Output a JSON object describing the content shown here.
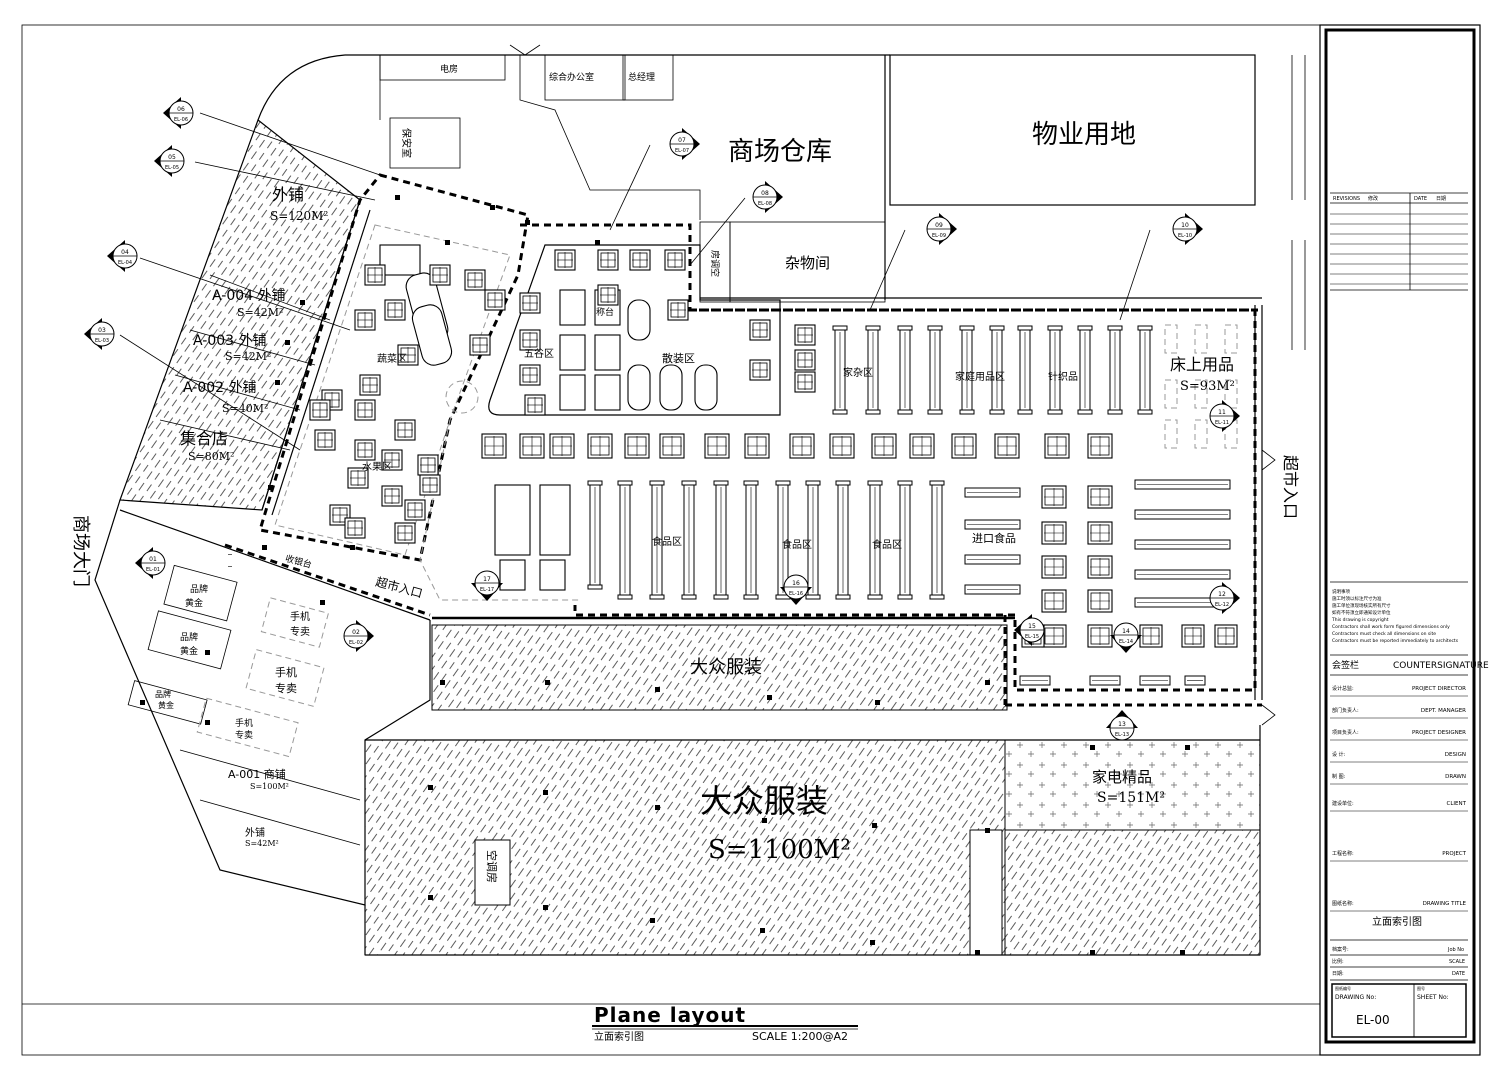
{
  "zones": {
    "warehouse": "商场仓库",
    "property": "物业用地",
    "sundries": "杂物间",
    "aircon_top": "房调空",
    "office": "综合办公室",
    "gm": "总经理",
    "elec": "电房",
    "security": "保安室",
    "outer_shop_top": "外铺",
    "outer_shop_top_area": "S=120M²",
    "shop_a004": "A-004 外铺",
    "shop_a004_area": "S=42M²",
    "shop_a003": "A-003 外铺",
    "shop_a003_area": "S=42M²",
    "shop_a002": "A-002 外铺",
    "shop_a002_area": "S=40M²",
    "collection_store": "集合店",
    "collection_store_area": "S=80M²",
    "mall_entrance": "商场大门",
    "veg_zone": "蔬菜区",
    "fruit_zone": "水果区",
    "grain_zone": "五谷区",
    "bulk_zone": "散装区",
    "grocery_zone": "家杂区",
    "household_zone": "家庭用品区",
    "textile_zone": "针织品",
    "bedding": "床上用品",
    "bedding_area": "S=93M²",
    "food_zone_1": "食品区",
    "food_zone_2": "食品区",
    "food_zone_3": "食品区",
    "imported_food": "进口食品",
    "supermarket_entrance_right": "超市入口",
    "supermarket_entrance_bottom": "超市入口",
    "apparel_small": "大众服装",
    "apparel_large": "大众服装",
    "apparel_large_area": "S=1100M²",
    "appliances": "家电精品",
    "appliances_area": "S=151M²",
    "aircon_bottom": "空调房",
    "gold_1": "品牌",
    "gold_1b": "黄金",
    "gold_2": "品牌",
    "gold_2b": "黄金",
    "gold_3": "品牌",
    "gold_3b": "黄金",
    "phone_1": "手机",
    "phone_1b": "专卖",
    "phone_2": "手机",
    "phone_2b": "专卖",
    "phone_3": "手机",
    "phone_3b": "专卖",
    "shop_a001": "A-001 商铺",
    "shop_a001_area": "S=100M²",
    "outer_shop_bottom": "外铺",
    "outer_shop_bottom_area": "S=42M²",
    "cashier": "收银台",
    "weigh": "称台"
  },
  "callouts": [
    {
      "num": "01",
      "ref": "EL-01"
    },
    {
      "num": "02",
      "ref": "EL-02"
    },
    {
      "num": "03",
      "ref": "EL-03"
    },
    {
      "num": "04",
      "ref": "EL-04"
    },
    {
      "num": "05",
      "ref": "EL-05"
    },
    {
      "num": "06",
      "ref": "EL-06"
    },
    {
      "num": "07",
      "ref": "EL-07"
    },
    {
      "num": "08",
      "ref": "EL-08"
    },
    {
      "num": "09",
      "ref": "EL-09"
    },
    {
      "num": "10",
      "ref": "EL-10"
    },
    {
      "num": "11",
      "ref": "EL-11"
    },
    {
      "num": "12",
      "ref": "EL-12"
    },
    {
      "num": "13",
      "ref": "EL-13"
    },
    {
      "num": "14",
      "ref": "EL-14"
    },
    {
      "num": "15",
      "ref": "EL-15"
    },
    {
      "num": "16",
      "ref": "EL-16"
    },
    {
      "num": "17",
      "ref": "EL-17"
    }
  ],
  "footer": {
    "title": "Plane layout",
    "subtitle": "立面索引图",
    "scale": "SCALE  1:200@A2"
  },
  "titleblock": {
    "revisions": "REVISIONS",
    "rev_cn": "修改",
    "date": "DATE",
    "date_cn": "日期",
    "notes": [
      "说明事项",
      "施工时须以标注尺寸为准",
      "施工单位须现场核实所有尺寸",
      "如有不符须立即通知设计单位",
      "This drawing is copyright",
      "Contractors shall work form figured dimensions only",
      "Contractors must check all dimensions on site",
      "Contractors must be reported immediately to architects"
    ],
    "sign_cn": "会签栏",
    "sign_en": "COUNTERSIGNATURE",
    "rows": [
      {
        "cn": "设计总监:",
        "en": "PROJECT DIRECTOR"
      },
      {
        "cn": "部门负责人:",
        "en": "DEPT. MANAGER"
      },
      {
        "cn": "项目负责人:",
        "en": "PROJECT DESIGNER"
      },
      {
        "cn": "设    计:",
        "en": "DESIGN"
      },
      {
        "cn": "制    图:",
        "en": "DRAWN"
      },
      {
        "cn": "建设单位:",
        "en": "CLIENT"
      },
      {
        "cn": "工程名称:",
        "en": "PROJECT"
      },
      {
        "cn": "图纸名称:",
        "en": "DRAWING TITLE"
      }
    ],
    "drawing_title": "立面索引图",
    "job_cn": "档案号:",
    "job_en": "Job No",
    "scale_cn": "比例:",
    "scale_en": "SCALE",
    "date_row_cn": "日期:",
    "date_row_en": "DATE",
    "drawing_no_cn": "图纸编号",
    "drawing_no_en": "DRAWING No:",
    "sheet_no_cn": "图号",
    "sheet_no_en": "SHEET No:",
    "drawing_no": "EL-00"
  }
}
